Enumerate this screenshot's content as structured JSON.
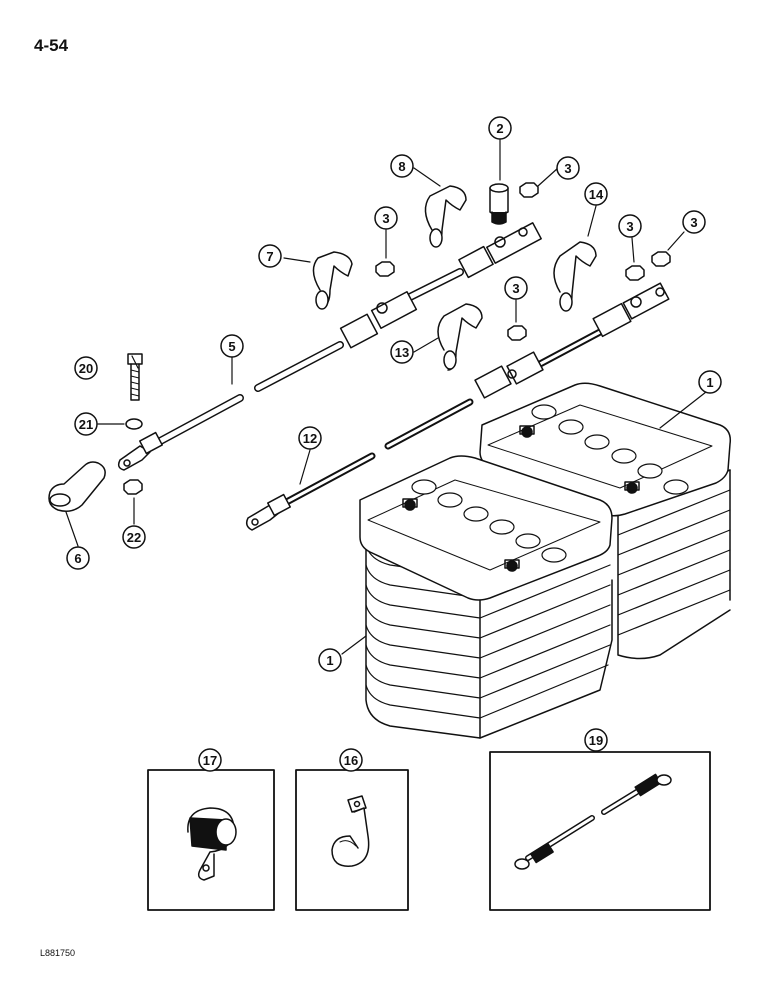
{
  "page": {
    "number": "4-54",
    "drawing_code": "L881750"
  },
  "callouts": {
    "c2": "2",
    "c3a": "3",
    "c3b": "3",
    "c3c": "3",
    "c3d": "3",
    "c3e": "3",
    "c8": "8",
    "c7": "7",
    "c14": "14",
    "c5": "5",
    "c20": "20",
    "c21": "21",
    "c22": "22",
    "c6": "6",
    "c12": "12",
    "c13": "13",
    "c1a": "1",
    "c1b": "1",
    "c17": "17",
    "c16": "16",
    "c19": "19"
  }
}
